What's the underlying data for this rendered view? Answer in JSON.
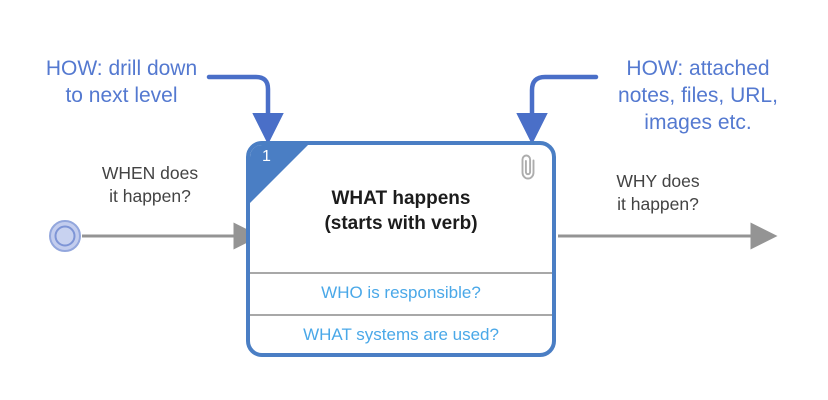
{
  "diagram": {
    "title": "Process step annotation diagram",
    "background_color": "#ffffff",
    "accent_blue": "#5479d0",
    "card_border_blue": "#4a7ec4",
    "card_row_blue": "#4aa8e8",
    "flow_gray": "#8c8c8c",
    "text_dark": "#434343"
  },
  "annotations": {
    "left": {
      "text": "HOW: drill down\nto next level",
      "points_to": "card-corner-number"
    },
    "right": {
      "text": "HOW: attached\nnotes, files, URL,\nimages etc.",
      "points_to": "attachment-icon"
    }
  },
  "flow": {
    "start_node": "start-event-circle",
    "incoming_label": "WHEN does\nit happen?",
    "outgoing_label": "WHY does\nit happen?"
  },
  "card": {
    "number": "1",
    "attachment_icon": "paperclip-icon",
    "main_text": "WHAT happens\n(starts with verb)",
    "rows": [
      {
        "text": "WHO is responsible?",
        "name": "who-row"
      },
      {
        "text": "WHAT systems are used?",
        "name": "what-systems-row"
      }
    ]
  }
}
